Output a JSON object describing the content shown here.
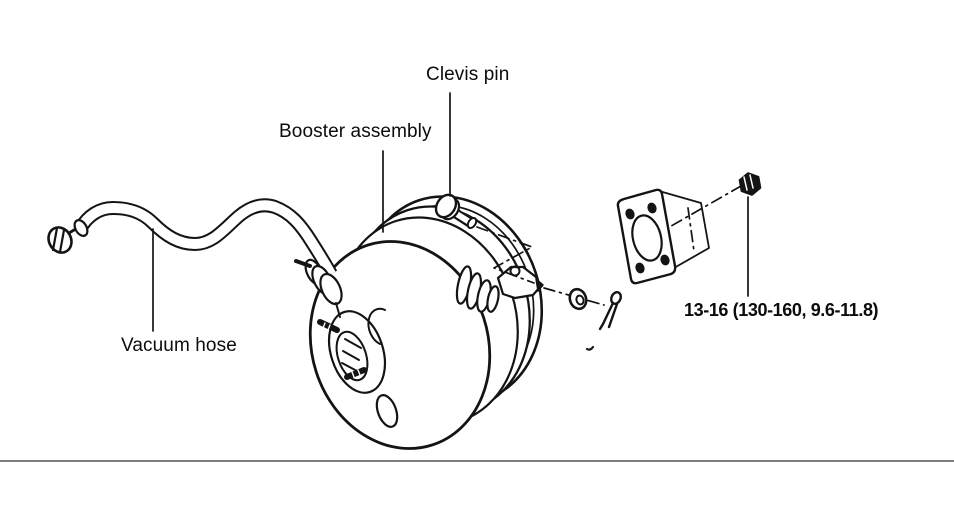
{
  "page": {
    "background_color": "#ffffff",
    "line_color": "#141414",
    "divider_color": "#7d7d7d"
  },
  "labels": {
    "clevis_pin": "Clevis pin",
    "booster_assembly": "Booster assembly",
    "vacuum_hose": "Vacuum hose",
    "torque_spec": "13-16 (130-160, 9.6-11.8)"
  }
}
